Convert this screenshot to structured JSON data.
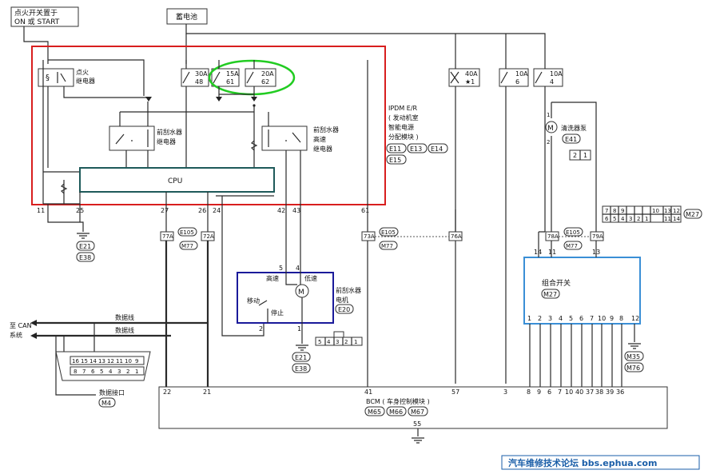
{
  "labels": {
    "ignition_switch": "点火开关置于",
    "ignition_switch2": "ON 或 START",
    "battery": "蓄电池",
    "ign_relay1": "点火",
    "ign_relay2": "继电器",
    "wiper_relay1": "前刮水器",
    "wiper_relay2": "继电器",
    "hs_relay1": "前刮水器",
    "hs_relay2": "高速",
    "hs_relay3": "继电器",
    "cpu": "CPU",
    "ipdm1": "IPDM E/R",
    "ipdm2": "( 发动机室",
    "ipdm3": "智能电源",
    "ipdm4": "分配模块 )",
    "washer1": "清洗器泵",
    "motor1": "前刮水器",
    "motor2": "电机",
    "motor_high": "高速",
    "motor_low": "低速",
    "motor_move": "移动",
    "motor_stop": "停止",
    "combo1": "组合开关",
    "data_line1": "数据线",
    "data_line2": "数据线",
    "can1": "至 CAN",
    "can2": "系统",
    "dlc": "数据接口",
    "bcm": "BCM ( 车身控制模块 )",
    "footer": "汽车维修技术论坛 bbs.ephua.com"
  },
  "fuses": {
    "f30": "30A",
    "f30n": "48",
    "f15": "15A",
    "f15n": "61",
    "f20": "20A",
    "f20n": "62",
    "f40": "40A",
    "f40n": "★1",
    "f10a": "10A",
    "f10an": "6",
    "f10b": "10A",
    "f10bn": "4"
  },
  "connectors": {
    "e11": "E11",
    "e13": "E13",
    "e14": "E14",
    "e15": "E15",
    "e21a": "E21",
    "e38a": "E38",
    "e21b": "E21",
    "e38b": "E38",
    "e20": "E20",
    "e41": "E41",
    "e105a": "E105",
    "e105b": "E105",
    "e105c": "E105",
    "m77a": "M77",
    "m77b": "M77",
    "m77c": "M77",
    "m27a": "M27",
    "m27b": "M27",
    "m4": "M4",
    "m35": "M35",
    "m76": "M76",
    "m65": "M65",
    "m66": "M66",
    "m67": "M67",
    "c77a": "77A",
    "c72a": "72A",
    "c73a": "73A",
    "c76a": "76A",
    "c78a": "78A",
    "c79a": "79A"
  },
  "pins": {
    "p11": "11",
    "p25": "25",
    "p27": "27",
    "p26": "26",
    "p24": "24",
    "p42": "42",
    "p43": "43",
    "p61": "61",
    "p14": "14",
    "p11b": "11",
    "p13": "13",
    "m5": "5",
    "m4": "4",
    "m2": "2",
    "m1": "1",
    "w1": "1",
    "w2": "2",
    "b22": "22",
    "b21": "21",
    "b41": "41",
    "b57": "57",
    "b3": "3",
    "b8": "8",
    "b9": "9",
    "b36": "36",
    "b55": "55",
    "cs1": "1",
    "cs2": "2",
    "cs3": "3",
    "cs4": "4",
    "cs5": "5",
    "cs6": "6",
    "cs7": "7",
    "cs10": "10",
    "cs9": "9",
    "cs8": "8",
    "cs12": "12",
    "b6": "6",
    "b7": "7",
    "b10": "10",
    "b40": "40",
    "b37": "37",
    "b38": "38",
    "b39": "39"
  },
  "dlc_pins_top": [
    "16",
    "15",
    "14",
    "13",
    "12",
    "11",
    "10",
    "9"
  ],
  "dlc_pins_bot": [
    "8",
    "7",
    "6",
    "5",
    "4",
    "3",
    "2",
    "1"
  ],
  "m27_top": [
    "7",
    "8",
    "9",
    "",
    "",
    "10",
    "",
    "13",
    "12"
  ],
  "m27_bot": [
    "6",
    "5",
    "4",
    "3",
    "2",
    "1",
    "",
    "11",
    "14"
  ],
  "e20_pins": [
    "5",
    "4",
    "3",
    "2",
    "1"
  ],
  "e41_pins": [
    "2",
    "1"
  ],
  "colors": {
    "ipdm_box": "#d81e1e",
    "highlight": "#22cc22",
    "motor_box": "#1a1a9a",
    "combo_box": "#3a8fd6"
  }
}
